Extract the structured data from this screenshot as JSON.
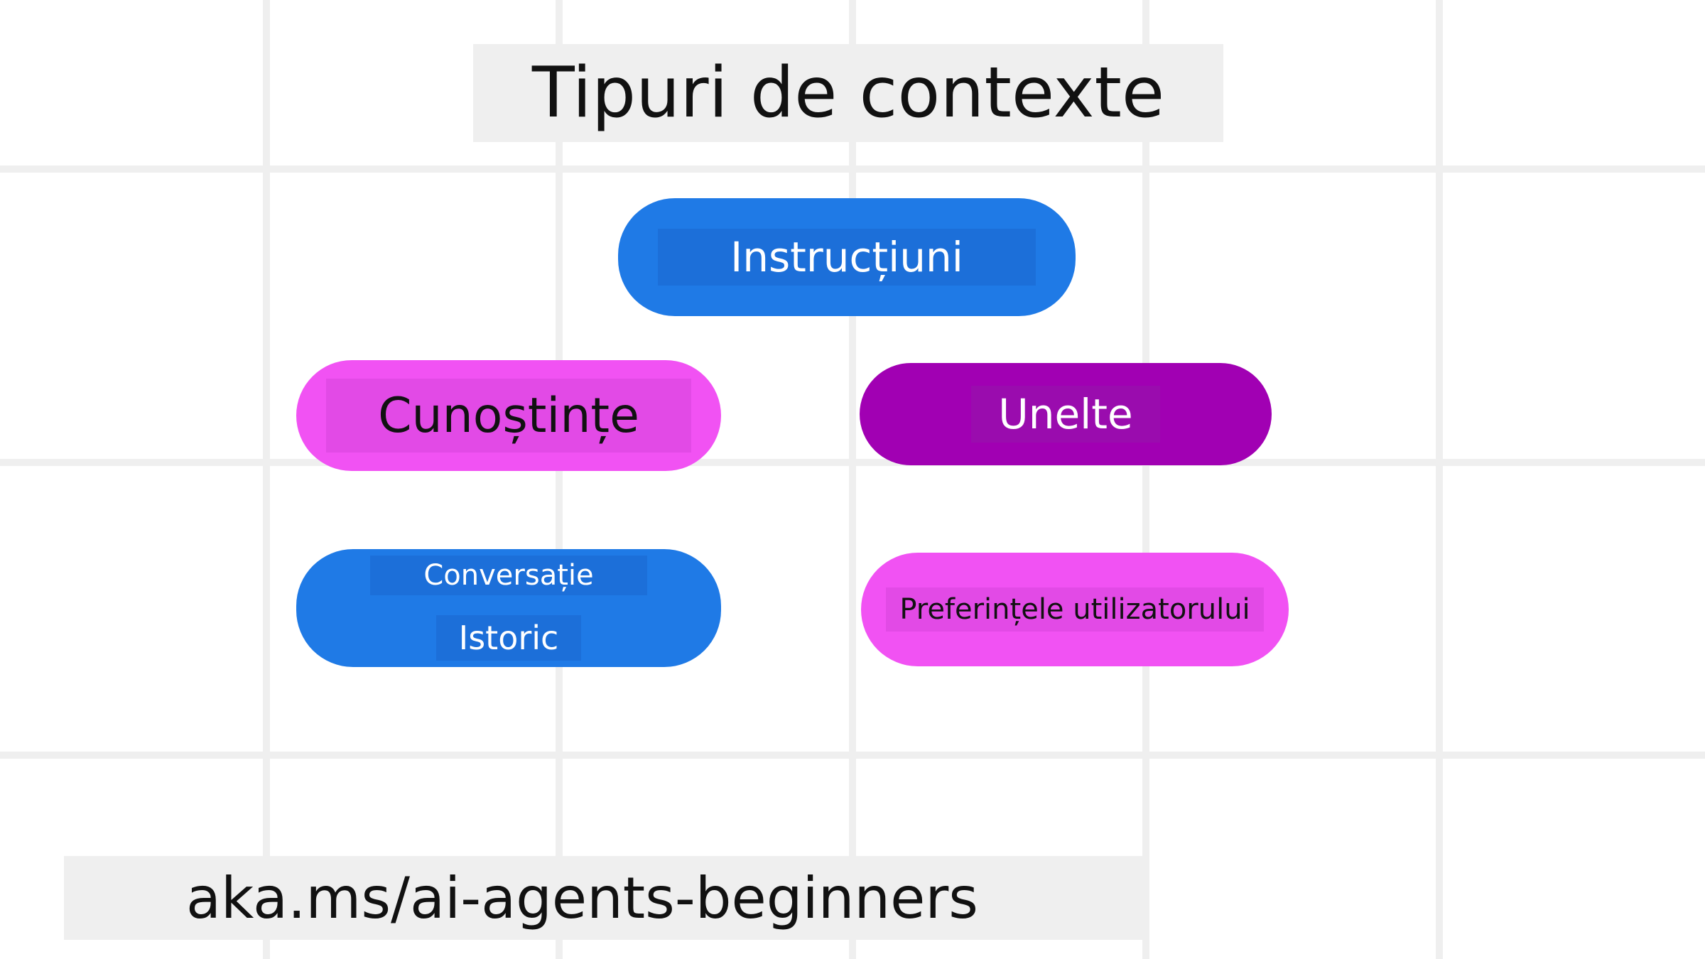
{
  "title": "Tipuri de contexte",
  "nodes": {
    "instructions": {
      "label": "Instrucțiuni"
    },
    "knowledge": {
      "label": "Cunoștințe"
    },
    "tools": {
      "label": "Unelte"
    },
    "history": {
      "line1": "Conversație",
      "line2": "Istoric"
    },
    "preferences": {
      "label": "Preferințele utilizatorului"
    }
  },
  "footer": {
    "link": "aka.ms/ai-agents-beginners"
  },
  "colors": {
    "blue": "#1f7ae6",
    "magenta": "#f152f3",
    "purple": "#a100b3",
    "grid": "#efefef"
  }
}
